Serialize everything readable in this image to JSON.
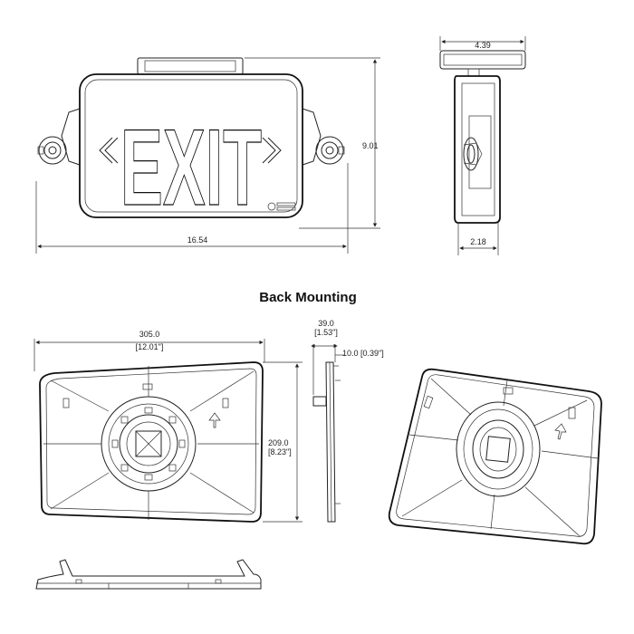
{
  "front_view": {
    "sign_text": "EXIT",
    "width_dim": "16.54",
    "height_dim": "9.01"
  },
  "side_view": {
    "top_dim": "4.39",
    "bottom_dim": "2.18"
  },
  "section_title": "Back Mounting",
  "back_plate": {
    "width_mm": "305.0",
    "width_in": "[12.01\"]",
    "height_mm": "209.0",
    "height_in": "[8.23\"]"
  },
  "profile_view": {
    "depth_mm": "39.0",
    "depth_in": "[1.53\"]",
    "thickness_label": "10.0 [0.39\"]"
  }
}
